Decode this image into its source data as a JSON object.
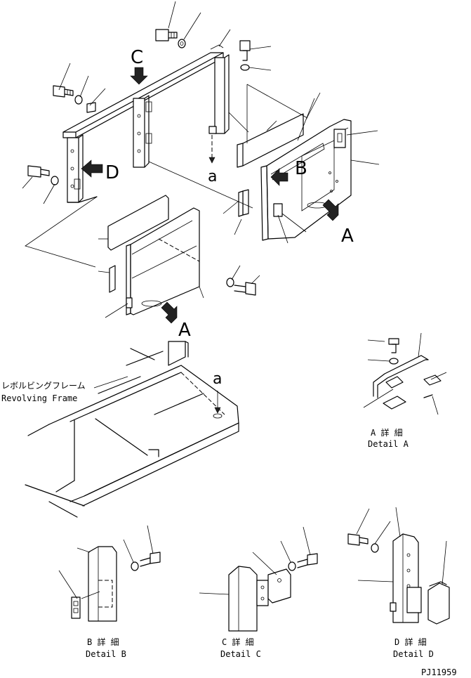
{
  "view_labels": {
    "view_c": "C",
    "view_d": "D",
    "view_b": "B",
    "view_a_right": "A",
    "view_a_left": "A",
    "ref_a_top": "a",
    "ref_a_frame": "a"
  },
  "frame_label": {
    "jp": "レボルビングフレーム",
    "en": "Revolving Frame"
  },
  "details": {
    "a": {
      "jp": "A 詳 細",
      "en": "Detail A"
    },
    "b": {
      "jp": "B 詳 細",
      "en": "Detail B"
    },
    "c": {
      "jp": "C 詳 細",
      "en": "Detail C"
    },
    "d": {
      "jp": "D 詳 細",
      "en": "Detail D"
    }
  },
  "drawing_code": "PJ11959"
}
